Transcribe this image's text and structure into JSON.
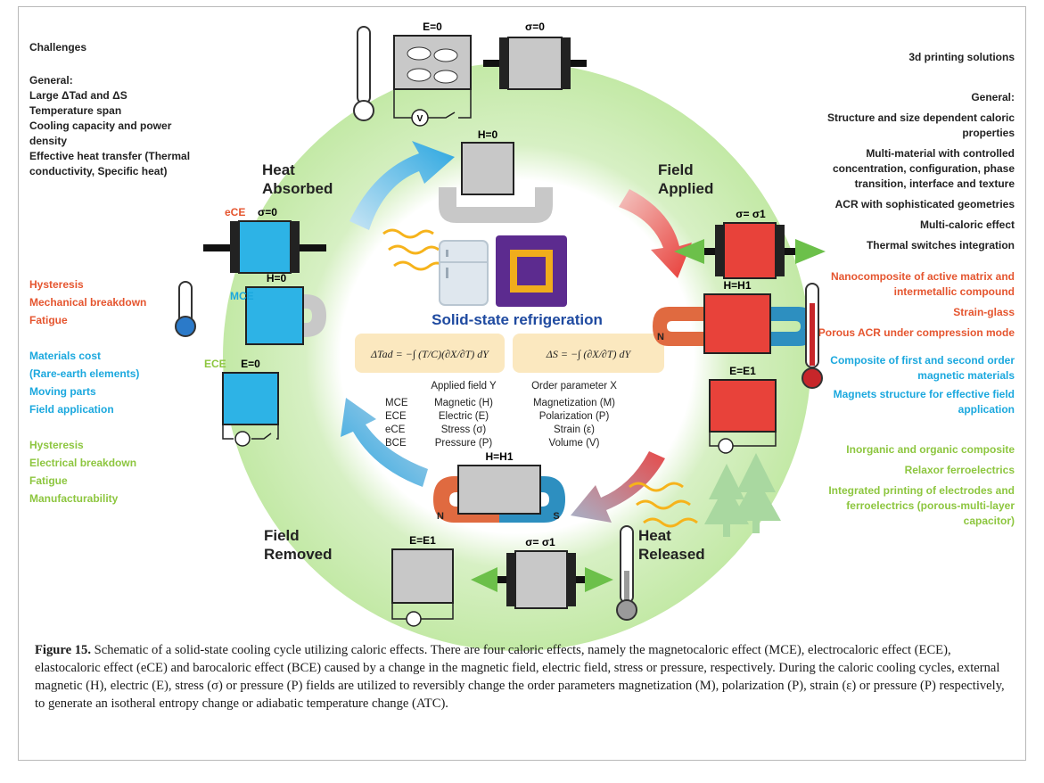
{
  "colors": {
    "green_ring": "#c9ecb0",
    "red": "#e8423a",
    "blue": "#2db3e6",
    "gray": "#b3b3b3",
    "green_text": "#8dc63f",
    "blue_text": "#1ba8de",
    "red_text": "#e5552f"
  },
  "left_panel": {
    "title": "Challenges",
    "general_head": "General:",
    "general_items": [
      "Large ΔTad and ΔS",
      "Temperature span",
      "Cooling capacity and power density",
      "Effective heat transfer (Thermal conductivity, Specific heat)"
    ],
    "red_items": [
      "Hysteresis",
      "Mechanical breakdown",
      "Fatigue"
    ],
    "blue_items": [
      "Materials cost",
      "(Rare-earth elements)",
      "Moving parts",
      "Field application"
    ],
    "green_items": [
      "Hysteresis",
      "Electrical breakdown",
      "Fatigue",
      "Manufacturability"
    ]
  },
  "right_panel": {
    "title": "3d printing solutions",
    "general_head": "General:",
    "general_items": [
      "Structure and size dependent caloric properties",
      "Multi-material with controlled concentration, configuration, phase transition, interface and texture",
      "ACR with sophisticated geometries",
      "Multi-caloric effect",
      "Thermal switches integration"
    ],
    "red_items": [
      "Nanocomposite of active matrix and intermetallic compound",
      "Strain-glass",
      "Porous ACR under compression mode"
    ],
    "blue_items": [
      "Composite of first and second order magnetic materials",
      "Magnets structure for effective field application"
    ],
    "green_items": [
      "Inorganic and organic composite",
      "Relaxor ferroelectrics",
      "Integrated printing of electrodes and ferroelectrics (porous-multi-layer capacitor)"
    ]
  },
  "stages": {
    "heat_absorbed": "Heat Absorbed",
    "field_applied": "Field Applied",
    "field_removed": "Field Removed",
    "heat_released": "Heat Released"
  },
  "effect_tags": {
    "ece": "eCE",
    "mce": "MCE",
    "ece_upper": "ECE"
  },
  "field_labels": {
    "e0": "E=0",
    "sigma0": "σ=0",
    "h0": "H=0",
    "sigma1": "σ= σ1",
    "h1": "H=H1",
    "e1": "E=E1",
    "sigma_left": "σ=0",
    "h_left": "H=0",
    "e_left": "E=0",
    "h_bottom": "H=H1",
    "e_bottom": "E=E1",
    "sigma_bottom": "σ= σ1",
    "volt": "V",
    "n_pole": "N",
    "s_pole": "S"
  },
  "center": {
    "title": "Solid-state refrigeration",
    "eq_left": "ΔTad = −∫ (T/C)(∂X/∂T) dY",
    "eq_right": "ΔS = −∫ (∂X/∂T) dY",
    "table_head": [
      "",
      "Applied field Y",
      "Order parameter X"
    ],
    "table_rows": [
      [
        "MCE",
        "Magnetic (H)",
        "Magnetization (M)"
      ],
      [
        "ECE",
        "Electric (E)",
        "Polarization (P)"
      ],
      [
        "eCE",
        "Stress (σ)",
        "Strain (ε)"
      ],
      [
        "BCE",
        "Pressure (P)",
        "Volume (V)"
      ]
    ]
  },
  "caption": {
    "label": "Figure 15.",
    "text": " Schematic of a solid-state cooling cycle utilizing caloric effects. There are four caloric effects, namely the magnetocaloric effect (MCE), electrocaloric effect (ECE), elastocaloric effect (eCE) and barocaloric effect (BCE) caused by a change in the magnetic field, electric field, stress or pressure, respectively. During the caloric cooling cycles, external magnetic (H), electric (E), stress (σ) or pressure (P) fields are utilized to reversibly change the order parameters magnetization (M), polarization (P), strain (ε) or pressure (P) respectively, to generate an isotheral entropy change or adiabatic temperature change (ATC)."
  }
}
